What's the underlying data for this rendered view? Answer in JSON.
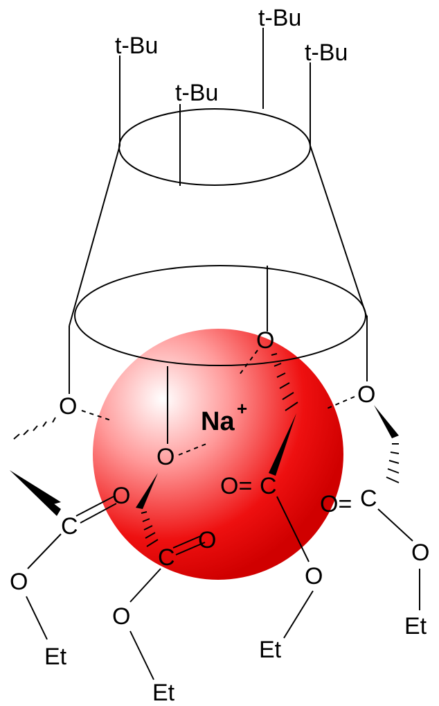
{
  "labels": {
    "tbu": "t-Bu",
    "oxygen": "O",
    "carbon": "C",
    "carbonyl_right": "=O",
    "carbonyl_left": "O=",
    "ethyl": "Et",
    "cation": "Na",
    "cation_charge": "+"
  },
  "colors": {
    "sphere_core": "#ffffff",
    "sphere_edge": "#e00000",
    "line": "#000000"
  }
}
